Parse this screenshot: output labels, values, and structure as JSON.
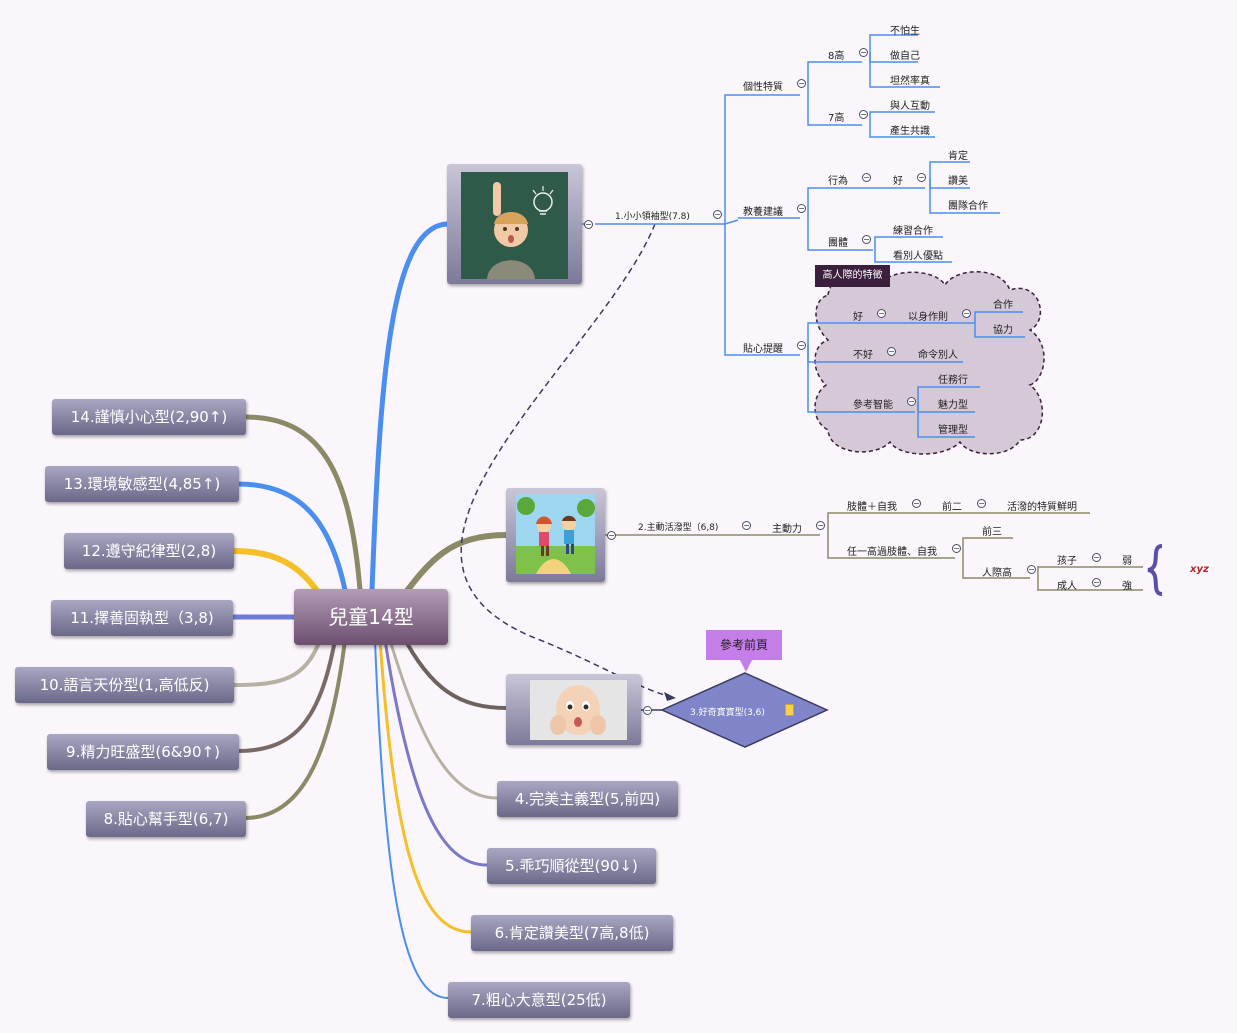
{
  "central": "兒童14型",
  "main_topics": {
    "t1": "1.小小領袖型(7.8)",
    "t2": "2.主動活潑型（6,8)",
    "t3": "3.好奇寶寶型(3,6)",
    "t4": "4.完美主義型(5,前四)",
    "t5": "5.乖巧順從型(90↓)",
    "t6": "6.肯定讚美型(7高,8低)",
    "t7": "7.粗心大意型(25低)",
    "t8": "8.貼心幫手型(6,7)",
    "t9": "9.精力旺盛型(6&90↑)",
    "t10": "10.語言天份型(1,高低反)",
    "t11": "11.擇善固執型（3,8)",
    "t12": "12.遵守紀律型(2,8)",
    "t13": "13.環境敏感型(4,85↑)",
    "t14": "14.謹慎小心型(2,90↑)"
  },
  "branch1": {
    "personality": "個性特質",
    "high8": "8高",
    "p1": "不怕生",
    "p2": "做自己",
    "p3": "坦然率真",
    "high7": "7高",
    "p4": "與人互動",
    "p5": "產生共識",
    "education": "教養建議",
    "behavior": "行為",
    "good": "好",
    "e1": "肯定",
    "e2": "讚美",
    "e3": "團隊合作",
    "group": "團體",
    "g1": "練習合作",
    "g2": "看別人優點",
    "tips": "貼心提醒",
    "boundary": "高人際的特徵",
    "tgood": "好",
    "example": "以身作則",
    "c1": "合作",
    "c2": "協力",
    "bad": "不好",
    "command": "命令別人",
    "ref": "參考智能",
    "r1": "任務行",
    "r2": "魅力型",
    "r3": "管理型"
  },
  "branch2": {
    "active": "主動力",
    "body": "肢體＋自我",
    "front2": "前二",
    "lively": "活潑的特質鮮明",
    "anyhigh": "任一高過肢體、自我",
    "front3": "前三",
    "social": "人際高",
    "child": "孩子",
    "weak": "弱",
    "adult": "成人",
    "strong": "強",
    "xyz": "xyz"
  },
  "callout": "參考前頁",
  "colors": {
    "blue": "#4a8ef0",
    "olive": "#8b8a66",
    "gold": "#f5bf2a",
    "purple": "#7a78c8",
    "gray": "#b5b2a3",
    "brown": "#7a6a66"
  }
}
